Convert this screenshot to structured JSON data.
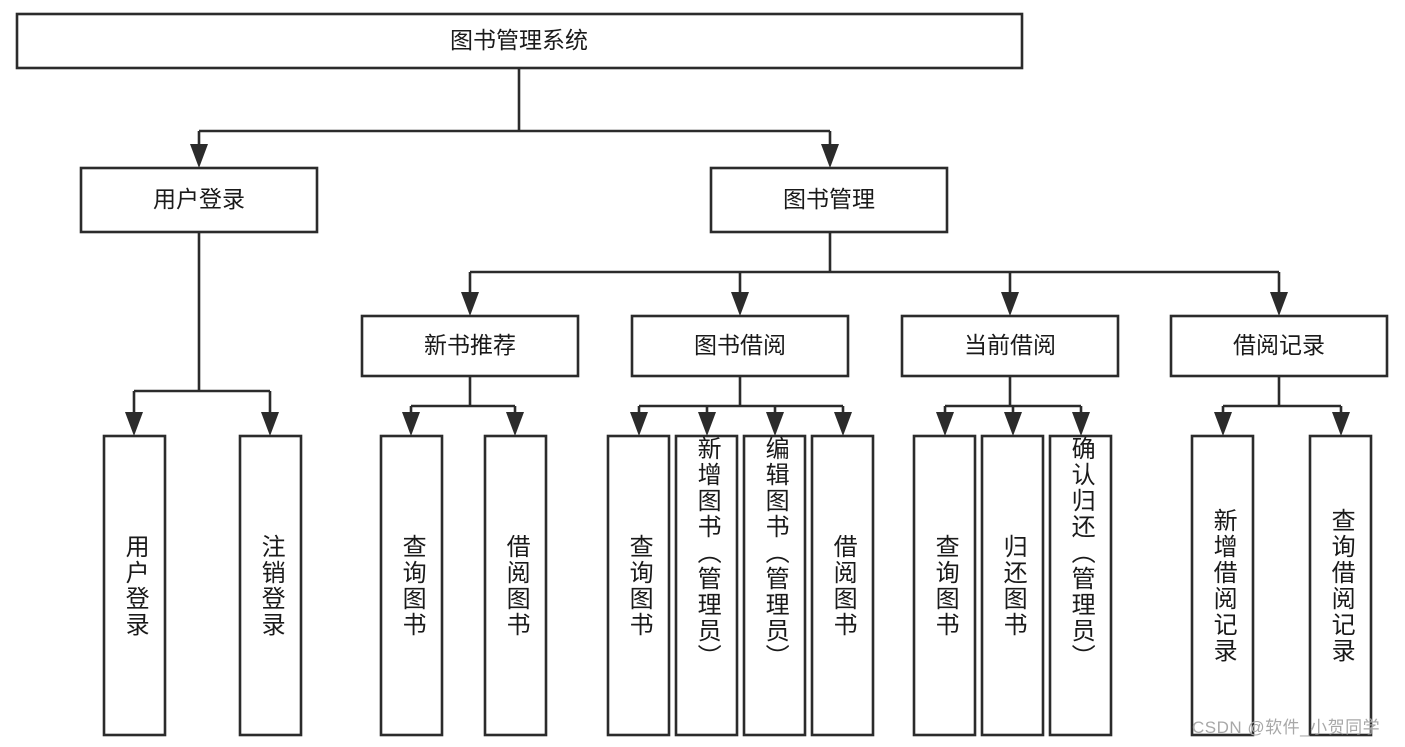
{
  "diagram": {
    "type": "tree-hierarchy",
    "title": "图书管理系统",
    "root": {
      "label": "图书管理系统"
    },
    "level2": [
      {
        "label": "用户登录"
      },
      {
        "label": "图书管理"
      }
    ],
    "level3": [
      {
        "label": "新书推荐"
      },
      {
        "label": "图书借阅"
      },
      {
        "label": "当前借阅"
      },
      {
        "label": "借阅记录"
      }
    ],
    "leaves": [
      {
        "label": "用户登录",
        "parent": "用户登录"
      },
      {
        "label": "注销登录",
        "parent": "用户登录"
      },
      {
        "label": "查询图书",
        "parent": "新书推荐"
      },
      {
        "label": "借阅图书",
        "parent": "新书推荐"
      },
      {
        "label": "查询图书",
        "parent": "图书借阅"
      },
      {
        "label": "新增图书（管理员）",
        "parent": "图书借阅"
      },
      {
        "label": "编辑图书（管理员）",
        "parent": "图书借阅"
      },
      {
        "label": "借阅图书",
        "parent": "图书借阅"
      },
      {
        "label": "查询图书",
        "parent": "当前借阅"
      },
      {
        "label": "归还图书",
        "parent": "当前借阅"
      },
      {
        "label": "确认归还（管理员）",
        "parent": "当前借阅"
      },
      {
        "label": "新增借阅记录",
        "parent": "借阅记录"
      },
      {
        "label": "查询借阅记录",
        "parent": "借阅记录"
      }
    ],
    "colors": {
      "stroke": "#2b2b2b",
      "fill": "#ffffff",
      "text": "#1a1a1a",
      "watermark": "#a8a8a8"
    }
  },
  "watermark": {
    "text": "CSDN @软件_小贺同学"
  }
}
